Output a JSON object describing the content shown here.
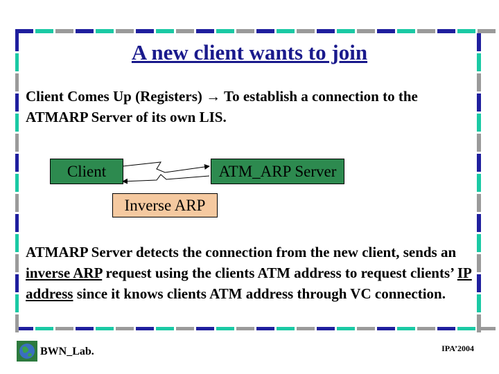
{
  "slide": {
    "title": "A new client wants to join",
    "paragraph1_part1": "Client Comes Up (Registers) ",
    "arrow": "→",
    "paragraph1_part2": " To establish a connection to the ATMARP Server of its own LIS.",
    "diagram": {
      "client_label": "Client",
      "server_label": "ATM_ARP Server",
      "inverse_label": "Inverse ARP"
    },
    "paragraph2": {
      "t1": "ATMARP Server detects the connection from the new client, sends an ",
      "link1": "inverse ARP",
      "t2": " request using the clients ATM address to request clients’ ",
      "link2": "IP address",
      "t3": " since it knows clients ATM address through  VC connection."
    },
    "footer": {
      "lab": "BWN_Lab.",
      "right": "IPA’2004"
    }
  },
  "colors": {
    "title": "#1a1a8c",
    "box_green": "#2d8a4f",
    "box_peach": "#f5c9a0",
    "border_navy": "#1f1f9e",
    "border_teal": "#1ac9a4",
    "border_gray": "#9a9a9a"
  }
}
